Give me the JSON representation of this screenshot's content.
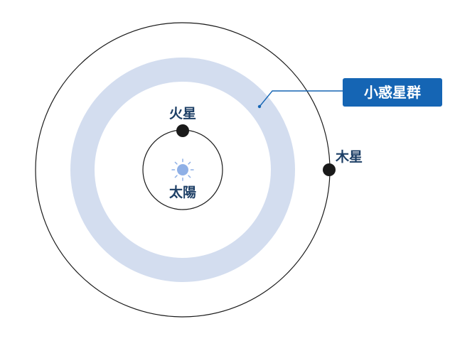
{
  "labels": {
    "sun": "太陽",
    "mars": "火星",
    "jupiter": "木星",
    "asteroid_belt": "小惑星群"
  },
  "icons": {
    "sun": "sun-icon"
  },
  "colors": {
    "belt": "#d3ddef",
    "orbit": "#1a1a1a",
    "planet": "#1a1a1a",
    "sun": "#8fb0e6",
    "label_text": "#1d3f66",
    "callout_bg": "#1565b4",
    "callout_line": "#1565b4"
  }
}
